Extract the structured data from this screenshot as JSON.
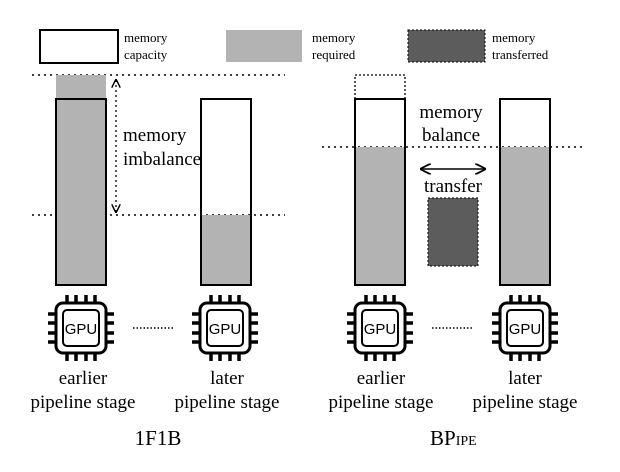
{
  "legend": {
    "capacity": [
      "memory",
      "capacity"
    ],
    "required": [
      "memory",
      "required"
    ],
    "transferred": [
      "memory",
      "transferred"
    ]
  },
  "colors": {
    "required": "#b3b3b3",
    "transferred": "#5c5c5c",
    "outline": "#000000"
  },
  "left_panel": {
    "caption": "1F1B",
    "annotation": [
      "memory",
      "imbalance"
    ],
    "gpu_label": "GPU",
    "earlier_stage": [
      "earlier",
      "pipeline stage"
    ],
    "later_stage": [
      "later",
      "pipeline stage"
    ]
  },
  "right_panel": {
    "caption_main": "BP",
    "caption_sub": "IPE",
    "annotation": [
      "memory",
      "balance"
    ],
    "transfer_label": "transfer",
    "gpu_label": "GPU",
    "earlier_stage": [
      "earlier",
      "pipeline stage"
    ],
    "later_stage": [
      "later",
      "pipeline stage"
    ]
  }
}
